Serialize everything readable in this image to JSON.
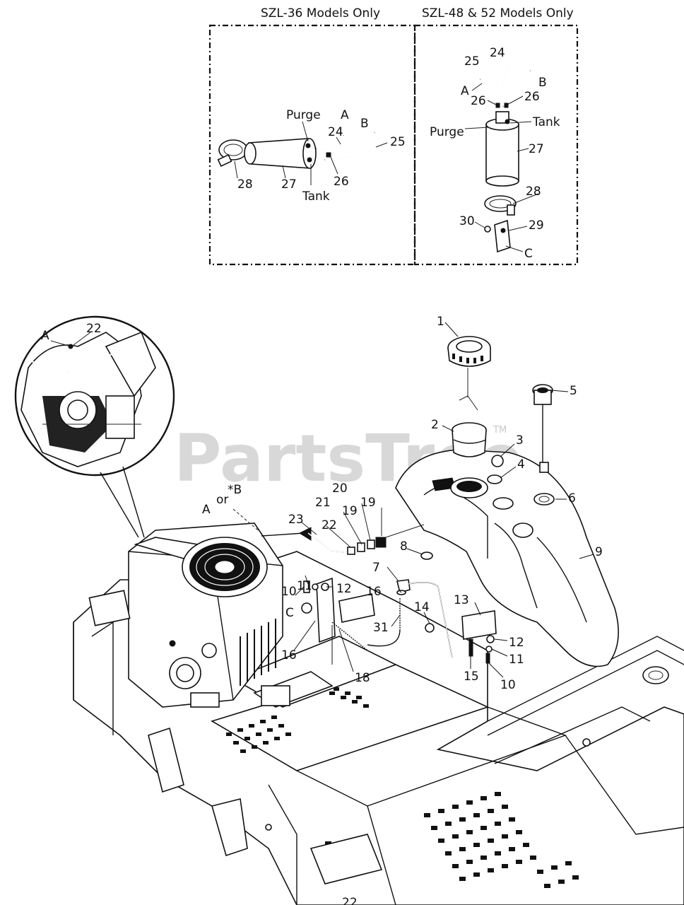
{
  "headers": {
    "left_box": "SZL-36 Models Only",
    "right_box": "SZL-48 & 52 Models Only"
  },
  "watermark": {
    "text": "PartsTree",
    "tm": "TM"
  },
  "left_box_labels": {
    "purge": "Purge",
    "a": "A",
    "b": "B",
    "n24": "24",
    "n25": "25",
    "n26": "26",
    "n27": "27",
    "n28": "28",
    "tank": "Tank"
  },
  "right_box_labels": {
    "n24": "24",
    "n25": "25",
    "a": "A",
    "b": "B",
    "n26a": "26",
    "n26b": "26",
    "tank": "Tank",
    "purge": "Purge",
    "n27": "27",
    "n28": "28",
    "n30": "30",
    "n29": "29",
    "c": "C"
  },
  "inset_labels": {
    "a": "A",
    "n22": "22"
  },
  "main_labels": {
    "n1": "1",
    "n2": "2",
    "n3": "3",
    "n4": "4",
    "n5": "5",
    "n6": "6",
    "n7": "7",
    "n8": "8",
    "n9": "9",
    "n10a": "10",
    "n11a": "11",
    "n12a": "12",
    "n13": "13",
    "n14": "14",
    "n15": "15",
    "n16a": "16",
    "n16b": "16",
    "n18": "18",
    "n19a": "19",
    "n19b": "19",
    "n20": "20",
    "n21": "21",
    "n22": "22",
    "n23": "23",
    "n31": "31",
    "n12b": "12",
    "n11b": "11",
    "n10b": "10",
    "a": "A",
    "or": "or",
    "starb": "*B",
    "c": "C"
  },
  "page_number": "22"
}
